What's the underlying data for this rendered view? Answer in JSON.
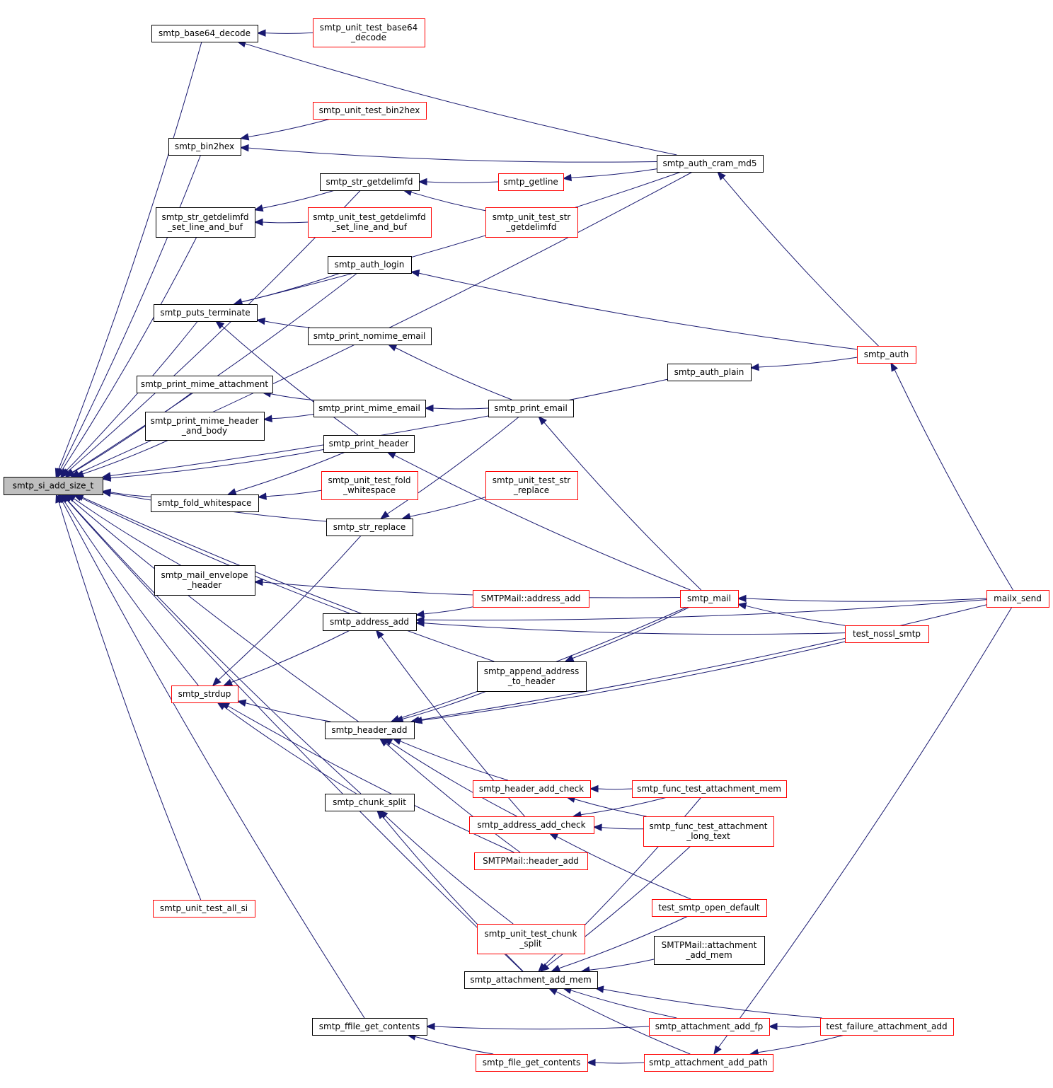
{
  "colors": {
    "edge": "#191970",
    "border_normal": "#000000",
    "border_external": "#ff0000",
    "root_fill": "#bfbfbf",
    "node_fill": "#ffffff"
  },
  "nodes": [
    {
      "id": "root",
      "lines": [
        "smtp_si_add_size_t"
      ],
      "style": "root"
    },
    {
      "id": "b64",
      "lines": [
        "smtp_base64_decode"
      ],
      "style": "normal"
    },
    {
      "id": "ut_b64",
      "lines": [
        "smtp_unit_test_base64",
        "_decode"
      ],
      "style": "external"
    },
    {
      "id": "ut_bin2hex",
      "lines": [
        "smtp_unit_test_bin2hex"
      ],
      "style": "external"
    },
    {
      "id": "bin2hex",
      "lines": [
        "smtp_bin2hex"
      ],
      "style": "normal"
    },
    {
      "id": "cram",
      "lines": [
        "smtp_auth_cram_md5"
      ],
      "style": "normal"
    },
    {
      "id": "getdelim",
      "lines": [
        "smtp_str_getdelimfd"
      ],
      "style": "normal"
    },
    {
      "id": "getline",
      "lines": [
        "smtp_getline"
      ],
      "style": "external"
    },
    {
      "id": "gd_set",
      "lines": [
        "smtp_str_getdelimfd",
        "_set_line_and_buf"
      ],
      "style": "normal"
    },
    {
      "id": "ut_gd_set",
      "lines": [
        "smtp_unit_test_getdelimfd",
        "_set_line_and_buf"
      ],
      "style": "external"
    },
    {
      "id": "ut_gd",
      "lines": [
        "smtp_unit_test_str",
        "_getdelimfd"
      ],
      "style": "external"
    },
    {
      "id": "auth_login",
      "lines": [
        "smtp_auth_login"
      ],
      "style": "normal"
    },
    {
      "id": "puts_term",
      "lines": [
        "smtp_puts_terminate"
      ],
      "style": "normal"
    },
    {
      "id": "nomime",
      "lines": [
        "smtp_print_nomime_email"
      ],
      "style": "normal"
    },
    {
      "id": "auth",
      "lines": [
        "smtp_auth"
      ],
      "style": "external"
    },
    {
      "id": "auth_plain",
      "lines": [
        "smtp_auth_plain"
      ],
      "style": "normal"
    },
    {
      "id": "mime_att",
      "lines": [
        "smtp_print_mime_attachment"
      ],
      "style": "normal"
    },
    {
      "id": "mime_email",
      "lines": [
        "smtp_print_mime_email"
      ],
      "style": "normal"
    },
    {
      "id": "print_email",
      "lines": [
        "smtp_print_email"
      ],
      "style": "normal"
    },
    {
      "id": "mime_hb",
      "lines": [
        "smtp_print_mime_header",
        "_and_body"
      ],
      "style": "normal"
    },
    {
      "id": "print_header",
      "lines": [
        "smtp_print_header"
      ],
      "style": "normal"
    },
    {
      "id": "ut_fold",
      "lines": [
        "smtp_unit_test_fold",
        "_whitespace"
      ],
      "style": "external"
    },
    {
      "id": "fold",
      "lines": [
        "smtp_fold_whitespace"
      ],
      "style": "normal"
    },
    {
      "id": "ut_replace",
      "lines": [
        "smtp_unit_test_str",
        "_replace"
      ],
      "style": "external"
    },
    {
      "id": "replace",
      "lines": [
        "smtp_str_replace"
      ],
      "style": "normal"
    },
    {
      "id": "env_hdr",
      "lines": [
        "smtp_mail_envelope",
        "_header"
      ],
      "style": "normal"
    },
    {
      "id": "mail",
      "lines": [
        "smtp_mail"
      ],
      "style": "external"
    },
    {
      "id": "mailx",
      "lines": [
        "mailx_send"
      ],
      "style": "external"
    },
    {
      "id": "cpp_addr",
      "lines": [
        "SMTPMail::address_add"
      ],
      "style": "external"
    },
    {
      "id": "addr_add",
      "lines": [
        "smtp_address_add"
      ],
      "style": "normal"
    },
    {
      "id": "nossl",
      "lines": [
        "test_nossl_smtp"
      ],
      "style": "external"
    },
    {
      "id": "append_addr",
      "lines": [
        "smtp_append_address",
        "_to_header"
      ],
      "style": "normal"
    },
    {
      "id": "strdup",
      "lines": [
        "smtp_strdup"
      ],
      "style": "external"
    },
    {
      "id": "hdr_add",
      "lines": [
        "smtp_header_add"
      ],
      "style": "normal"
    },
    {
      "id": "hdr_check",
      "lines": [
        "smtp_header_add_check"
      ],
      "style": "external"
    },
    {
      "id": "ft_att_mem",
      "lines": [
        "smtp_func_test_attachment_mem"
      ],
      "style": "external"
    },
    {
      "id": "chunk",
      "lines": [
        "smtp_chunk_split"
      ],
      "style": "normal"
    },
    {
      "id": "addr_check",
      "lines": [
        "smtp_address_add_check"
      ],
      "style": "external"
    },
    {
      "id": "ft_att_long",
      "lines": [
        "smtp_func_test_attachment",
        "_long_text"
      ],
      "style": "external"
    },
    {
      "id": "cpp_hdr",
      "lines": [
        "SMTPMail::header_add"
      ],
      "style": "external"
    },
    {
      "id": "ut_all_si",
      "lines": [
        "smtp_unit_test_all_si"
      ],
      "style": "external"
    },
    {
      "id": "open_def",
      "lines": [
        "test_smtp_open_default"
      ],
      "style": "external"
    },
    {
      "id": "ut_chunk",
      "lines": [
        "smtp_unit_test_chunk",
        "_split"
      ],
      "style": "external"
    },
    {
      "id": "cpp_att_mem",
      "lines": [
        "SMTPMail::attachment",
        "_add_mem"
      ],
      "style": "normal"
    },
    {
      "id": "att_mem",
      "lines": [
        "smtp_attachment_add_mem"
      ],
      "style": "normal"
    },
    {
      "id": "ffile",
      "lines": [
        "smtp_ffile_get_contents"
      ],
      "style": "normal"
    },
    {
      "id": "att_fp",
      "lines": [
        "smtp_attachment_add_fp"
      ],
      "style": "external"
    },
    {
      "id": "tf_att",
      "lines": [
        "test_failure_attachment_add"
      ],
      "style": "external"
    },
    {
      "id": "file_get",
      "lines": [
        "smtp_file_get_contents"
      ],
      "style": "external"
    },
    {
      "id": "att_path",
      "lines": [
        "smtp_attachment_add_path"
      ],
      "style": "external"
    }
  ],
  "edges": [
    [
      "root",
      "b64"
    ],
    [
      "root",
      "cram"
    ],
    [
      "root",
      "bin2hex"
    ],
    [
      "root",
      "getdelim"
    ],
    [
      "root",
      "gd_set"
    ],
    [
      "root",
      "auth_login"
    ],
    [
      "root",
      "puts_term"
    ],
    [
      "root",
      "auth_plain"
    ],
    [
      "root",
      "mime_att"
    ],
    [
      "root",
      "mime_hb"
    ],
    [
      "root",
      "print_header"
    ],
    [
      "root",
      "fold"
    ],
    [
      "root",
      "replace"
    ],
    [
      "root",
      "env_hdr"
    ],
    [
      "root",
      "addr_add"
    ],
    [
      "root",
      "append_addr"
    ],
    [
      "root",
      "strdup"
    ],
    [
      "root",
      "hdr_add"
    ],
    [
      "root",
      "chunk"
    ],
    [
      "root",
      "att_mem"
    ],
    [
      "root",
      "ut_all_si"
    ],
    [
      "root",
      "ffile"
    ],
    [
      "b64",
      "ut_b64"
    ],
    [
      "b64",
      "cram"
    ],
    [
      "bin2hex",
      "ut_bin2hex"
    ],
    [
      "bin2hex",
      "cram"
    ],
    [
      "getdelim",
      "getline"
    ],
    [
      "getdelim",
      "ut_gd"
    ],
    [
      "getline",
      "cram"
    ],
    [
      "gd_set",
      "getdelim"
    ],
    [
      "gd_set",
      "ut_gd_set"
    ],
    [
      "cram",
      "auth"
    ],
    [
      "auth",
      "mailx"
    ],
    [
      "puts_term",
      "auth_login"
    ],
    [
      "puts_term",
      "cram"
    ],
    [
      "puts_term",
      "nomime"
    ],
    [
      "puts_term",
      "print_header"
    ],
    [
      "auth_login",
      "auth"
    ],
    [
      "auth_plain",
      "auth"
    ],
    [
      "nomime",
      "print_email"
    ],
    [
      "mime_att",
      "mime_email"
    ],
    [
      "mime_hb",
      "mime_email"
    ],
    [
      "mime_email",
      "print_email"
    ],
    [
      "print_email",
      "mail"
    ],
    [
      "print_header",
      "mail"
    ],
    [
      "fold",
      "print_header"
    ],
    [
      "fold",
      "ut_fold"
    ],
    [
      "replace",
      "print_email"
    ],
    [
      "replace",
      "ut_replace"
    ],
    [
      "env_hdr",
      "mail"
    ],
    [
      "mail",
      "mailx"
    ],
    [
      "mail",
      "nossl"
    ],
    [
      "addr_add",
      "mailx"
    ],
    [
      "addr_add",
      "cpp_addr"
    ],
    [
      "addr_add",
      "nossl"
    ],
    [
      "addr_add",
      "addr_check"
    ],
    [
      "append_addr",
      "mail"
    ],
    [
      "strdup",
      "replace"
    ],
    [
      "strdup",
      "addr_add"
    ],
    [
      "strdup",
      "hdr_add"
    ],
    [
      "strdup",
      "chunk"
    ],
    [
      "strdup",
      "cpp_hdr"
    ],
    [
      "hdr_add",
      "append_addr"
    ],
    [
      "hdr_add",
      "mail"
    ],
    [
      "hdr_add",
      "nossl"
    ],
    [
      "hdr_add",
      "hdr_check"
    ],
    [
      "hdr_add",
      "addr_check"
    ],
    [
      "hdr_add",
      "cpp_hdr"
    ],
    [
      "hdr_add",
      "mailx"
    ],
    [
      "hdr_check",
      "ft_att_mem"
    ],
    [
      "hdr_check",
      "ft_att_long"
    ],
    [
      "addr_check",
      "ft_att_mem"
    ],
    [
      "addr_check",
      "ft_att_long"
    ],
    [
      "addr_check",
      "open_def"
    ],
    [
      "chunk",
      "ut_chunk"
    ],
    [
      "chunk",
      "att_mem"
    ],
    [
      "att_mem",
      "ft_att_mem"
    ],
    [
      "att_mem",
      "ft_att_long"
    ],
    [
      "att_mem",
      "open_def"
    ],
    [
      "att_mem",
      "cpp_att_mem"
    ],
    [
      "att_mem",
      "att_fp"
    ],
    [
      "att_mem",
      "att_path"
    ],
    [
      "att_mem",
      "tf_att"
    ],
    [
      "ffile",
      "att_fp"
    ],
    [
      "ffile",
      "file_get"
    ],
    [
      "att_fp",
      "tf_att"
    ],
    [
      "file_get",
      "att_path"
    ],
    [
      "att_path",
      "tf_att"
    ],
    [
      "att_path",
      "mailx"
    ]
  ]
}
